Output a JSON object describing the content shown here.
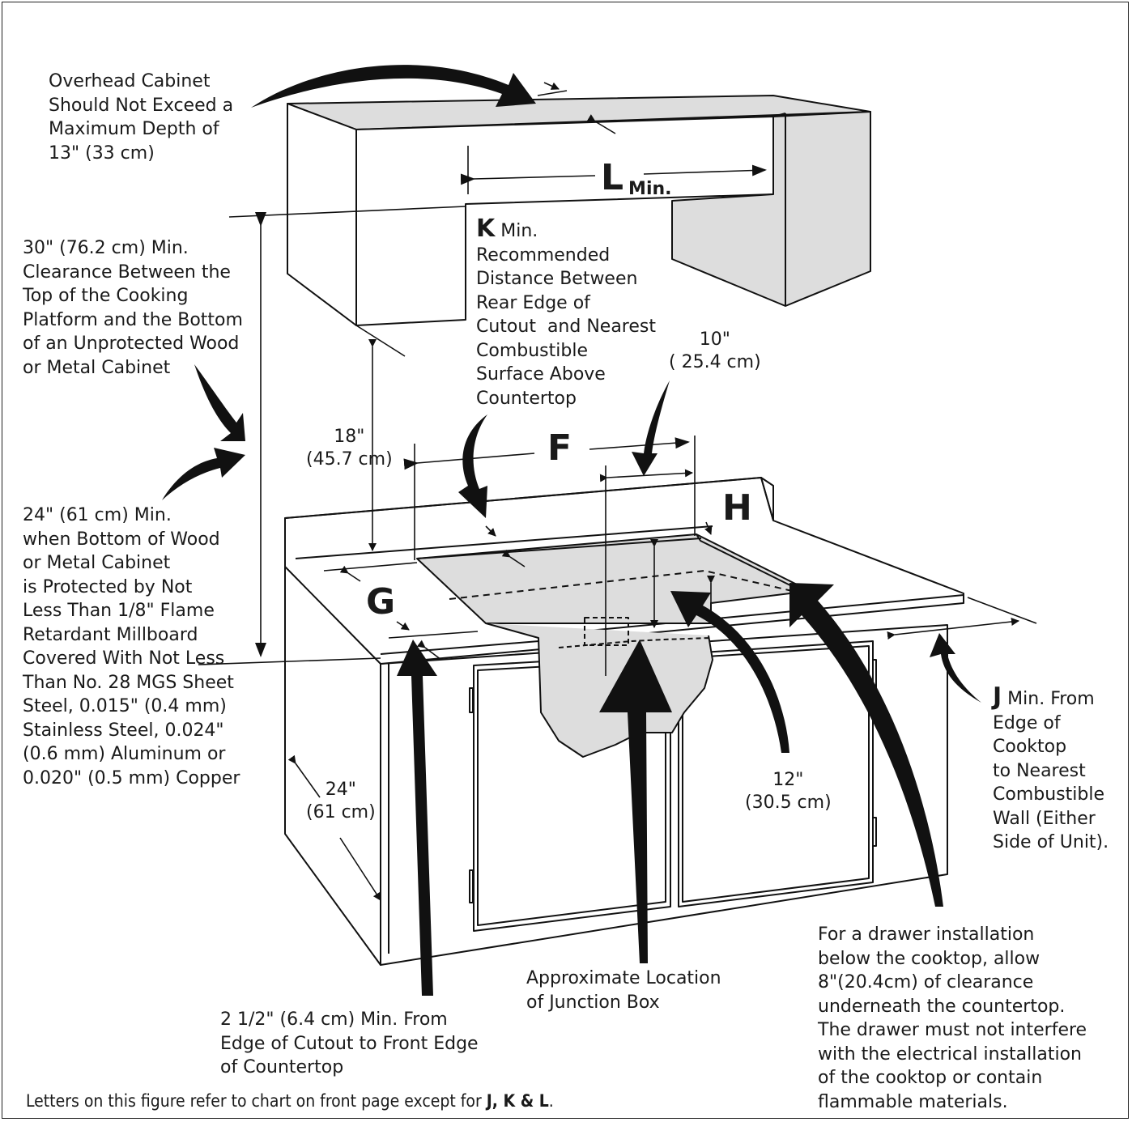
{
  "labels": {
    "overhead_cabinet": "Overhead Cabinet\nShould Not Exceed a\nMaximum Depth of\n13\" (33 cm)",
    "clearance_30": "30\" (76.2 cm) Min.\nClearance Between the\nTop of the Cooking\nPlatform and the Bottom\nof an Unprotected Wood\nor Metal Cabinet",
    "clearance_24_protected": "24\" (61 cm) Min.\nwhen Bottom of Wood\nor Metal Cabinet\nis Protected by Not\nLess Than 1/8\" Flame\nRetardant Millboard\nCovered With Not Less\nThan No. 28 MGS Sheet\nSteel, 0.015\" (0.4 mm)\nStainless Steel, 0.024\"\n(0.6 mm) Aluminum or\n0.020\" (0.5 mm) Copper",
    "k_letter": "K",
    "k_text_first": " Min.",
    "k_text_rest": "Recommended\nDistance Between\nRear Edge of\nCutout  and Nearest\nCombustible\nSurface Above\nCountertop",
    "j_letter": "J",
    "j_text_first": " Min. From",
    "j_text_rest": "Edge of\nCooktop\nto Nearest\nCombustible\nWall (Either\nSide of Unit).",
    "front_edge": "2 1/2\" (6.4 cm) Min. From\nEdge of Cutout to Front Edge\nof Countertop",
    "junction_box": "Approximate Location\nof Junction Box",
    "drawer": "For a drawer installation\nbelow the cooktop, allow\n8\"(20.4cm) of clearance\nunderneath the countertop.\nThe drawer must not interfere\nwith the electrical installation\nof the cooktop or contain\nflammable materials."
  },
  "dimensions": {
    "d18": "18\"\n(45.7 cm)",
    "d10": "10\"\n( 25.4 cm)",
    "d24": "24\"\n(61 cm)",
    "d12": "12\"\n(30.5 cm)"
  },
  "letters": {
    "L": "L",
    "L_sub": "Min.",
    "F": "F",
    "G": "G",
    "H": "H"
  },
  "footnote": {
    "text": "Letters on this figure refer to chart on front page except for ",
    "bold": "J, K & L",
    "end": "."
  }
}
